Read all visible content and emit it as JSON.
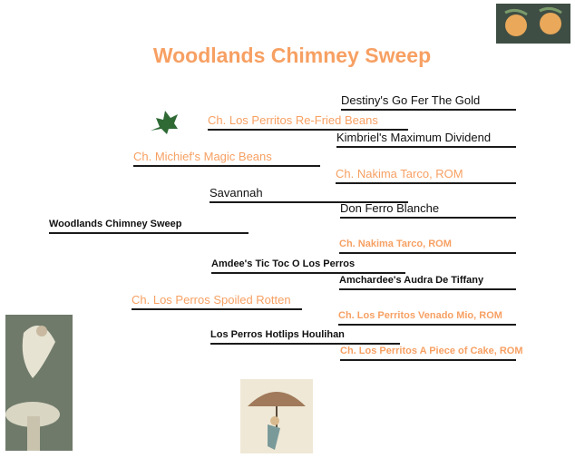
{
  "title": "Woodlands Chimney Sweep",
  "colors": {
    "accent": "#f7a063",
    "text": "#111111"
  },
  "pedigree": {
    "subject": "Woodlands Chimney Sweep",
    "sire": "Ch. Michief's Magic Beans",
    "sire_sire": "Ch. Los Perritos Re-Fried Beans",
    "sire_sire_sire": "Destiny's Go Fer The Gold",
    "sire_sire_dam": "Kimbriel's Maximum Dividend",
    "sire_dam": "Savannah",
    "sire_dam_sire": "Ch. Nakima Tarco, ROM",
    "sire_dam_dam": "Don Ferro Blanche",
    "dam": "Ch. Los Perros Spoiled Rotten",
    "dam_sire": "Amdee's Tic Toc O Los Perros",
    "dam_sire_sire": "Ch. Nakima Tarco, ROM",
    "dam_sire_dam": "Amchardee's Audra De Tiffany",
    "dam_dam": "Los Perros Hotlips Houlihan",
    "dam_dam_sire": "Ch. Los Perritos Venado Mio, ROM",
    "dam_dam_dam": "Ch. Los Perritos A Piece of Cake, ROM"
  }
}
